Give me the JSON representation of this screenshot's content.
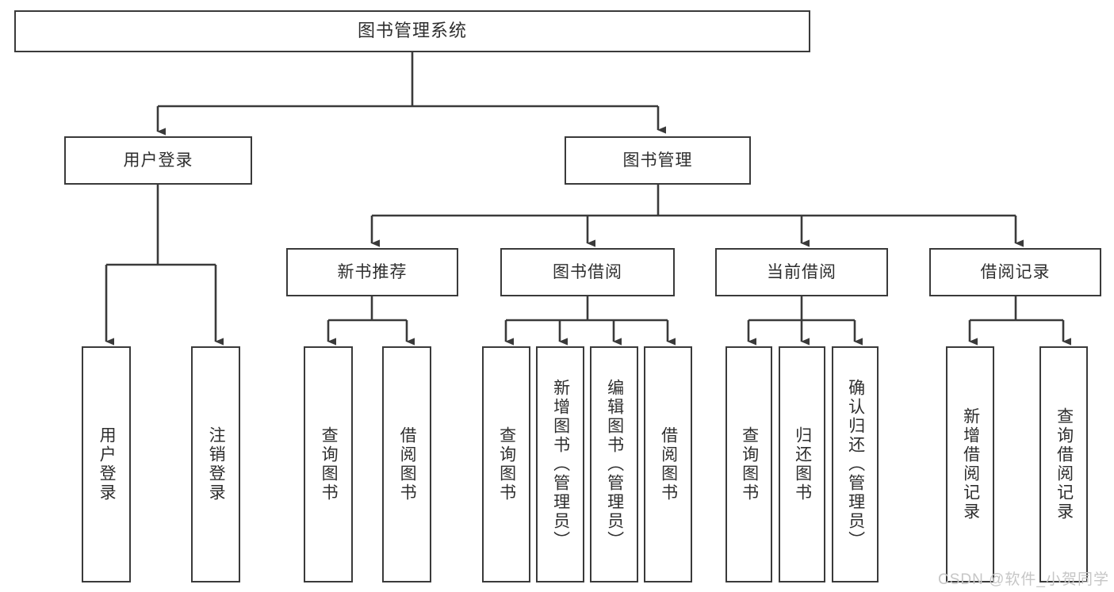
{
  "diagram": {
    "title": "图书管理系统",
    "watermark": "CSDN @软件_小贺同学",
    "levels": {
      "root": {
        "label": "图书管理系统"
      },
      "level2": [
        {
          "label": "用户登录"
        },
        {
          "label": "图书管理"
        }
      ],
      "level3": [
        {
          "label": "新书推荐"
        },
        {
          "label": "图书借阅"
        },
        {
          "label": "当前借阅"
        },
        {
          "label": "借阅记录"
        }
      ],
      "leaves": {
        "user_login": [
          {
            "label": "用户登录"
          },
          {
            "label": "注销登录"
          }
        ],
        "new_book_recommend": [
          {
            "label": "查询图书"
          },
          {
            "label": "借阅图书"
          }
        ],
        "book_borrow": [
          {
            "label": "查询图书"
          },
          {
            "label": "新增图书（管理员）"
          },
          {
            "label": "编辑图书（管理员）"
          },
          {
            "label": "借阅图书"
          }
        ],
        "current_borrow": [
          {
            "label": "查询图书"
          },
          {
            "label": "归还图书"
          },
          {
            "label": "确认归还（管理员）"
          }
        ],
        "borrow_record": [
          {
            "label": "新增借阅记录"
          },
          {
            "label": "查询借阅记录"
          }
        ]
      }
    },
    "colors": {
      "background": "#ffffff",
      "box_border": "#3a3a3a",
      "box_fill": "#ffffff",
      "text": "#2e2e2e",
      "connector": "#3a3a3a",
      "watermark": "#c6c6c6"
    }
  }
}
